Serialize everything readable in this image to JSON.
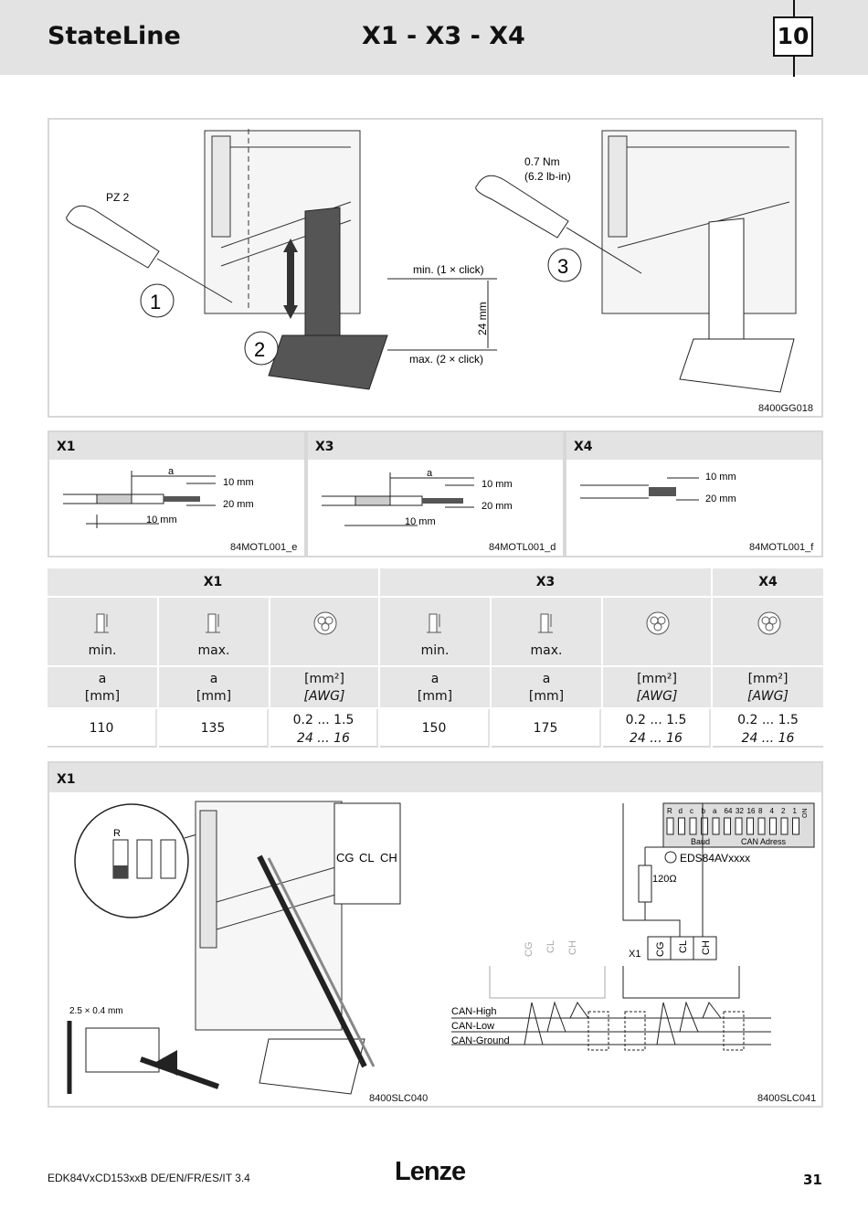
{
  "header": {
    "title": "StateLine",
    "center": "X1 - X3 - X4",
    "chapter": "10"
  },
  "mounting": {
    "pz": "PZ 2",
    "torque1": "0.7 Nm",
    "torque2": "(6.2 lb-in)",
    "step1": "1",
    "step2": "2",
    "step3": "3",
    "min_click": "min. (1 × click)",
    "max_click": "max. (2 × click)",
    "dim": "24 mm",
    "ref": "8400GG018"
  },
  "strip": {
    "panels": [
      {
        "title": "X1",
        "a": "a",
        "d1": "10 mm",
        "d2": "20 mm",
        "d3": "10 mm",
        "ref": "84MOTL001_e"
      },
      {
        "title": "X3",
        "a": "a",
        "d1": "10 mm",
        "d2": "20 mm",
        "d3": "10 mm",
        "ref": "84MOTL001_d"
      },
      {
        "title": "X4",
        "d1": "10 mm",
        "d2": "20 mm",
        "ref": "84MOTL001_f"
      }
    ]
  },
  "table": {
    "groups": [
      "X1",
      "X3",
      "X4"
    ],
    "labels": [
      "min.",
      "max.",
      "",
      "min.",
      "max.",
      "",
      ""
    ],
    "units_top": [
      "a",
      "a",
      "[mm²]",
      "a",
      "a",
      "[mm²]",
      "[mm²]"
    ],
    "units_bottom": [
      "[mm]",
      "[mm]",
      "[AWG]",
      "[mm]",
      "[mm]",
      "[AWG]",
      "[AWG]"
    ],
    "values_top": [
      "110",
      "135",
      "0.2 ... 1.5",
      "150",
      "175",
      "0.2 ... 1.5",
      "0.2 ... 1.5"
    ],
    "values_bottom": [
      "",
      "",
      "24 ... 16",
      "",
      "",
      "24 ... 16",
      "24 ... 16"
    ]
  },
  "can": {
    "title": "X1",
    "dip_r": "R",
    "screwdriver": "2.5 × 0.4 mm",
    "term": [
      "CG",
      "CL",
      "CH"
    ],
    "dip_labels": [
      "R",
      "d",
      "c",
      "b",
      "a",
      "64",
      "32",
      "16",
      "8",
      "4",
      "2",
      "1"
    ],
    "baud": "Baud",
    "can_addr": "CAN Adress",
    "on": "ON",
    "device": "EDS84AVxxxx",
    "resistor": "120Ω",
    "x1": "X1",
    "can_high": "CAN-High",
    "can_low": "CAN-Low",
    "can_ground": "CAN-Ground",
    "ref_left": "8400SLC040",
    "ref_right": "8400SLC041"
  },
  "footer": {
    "left": "EDK84VxCD153xxB  DE/EN/FR/ES/IT  3.4",
    "logo": "Lenze",
    "page": "31"
  }
}
